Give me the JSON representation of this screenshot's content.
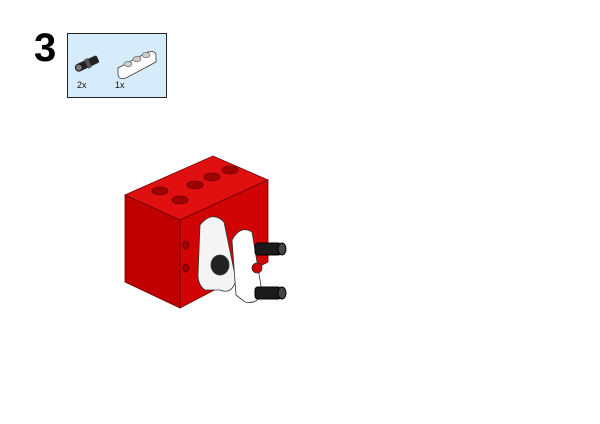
{
  "step": {
    "number": "3"
  },
  "parts_list": {
    "items": [
      {
        "name": "black-connector-pin",
        "quantity": "2x"
      },
      {
        "name": "white-beam-3",
        "quantity": "1x"
      }
    ],
    "background": "#d6ecfb"
  },
  "colors": {
    "red": "#d40000",
    "white": "#ffffff",
    "black": "#1a1a1a"
  }
}
